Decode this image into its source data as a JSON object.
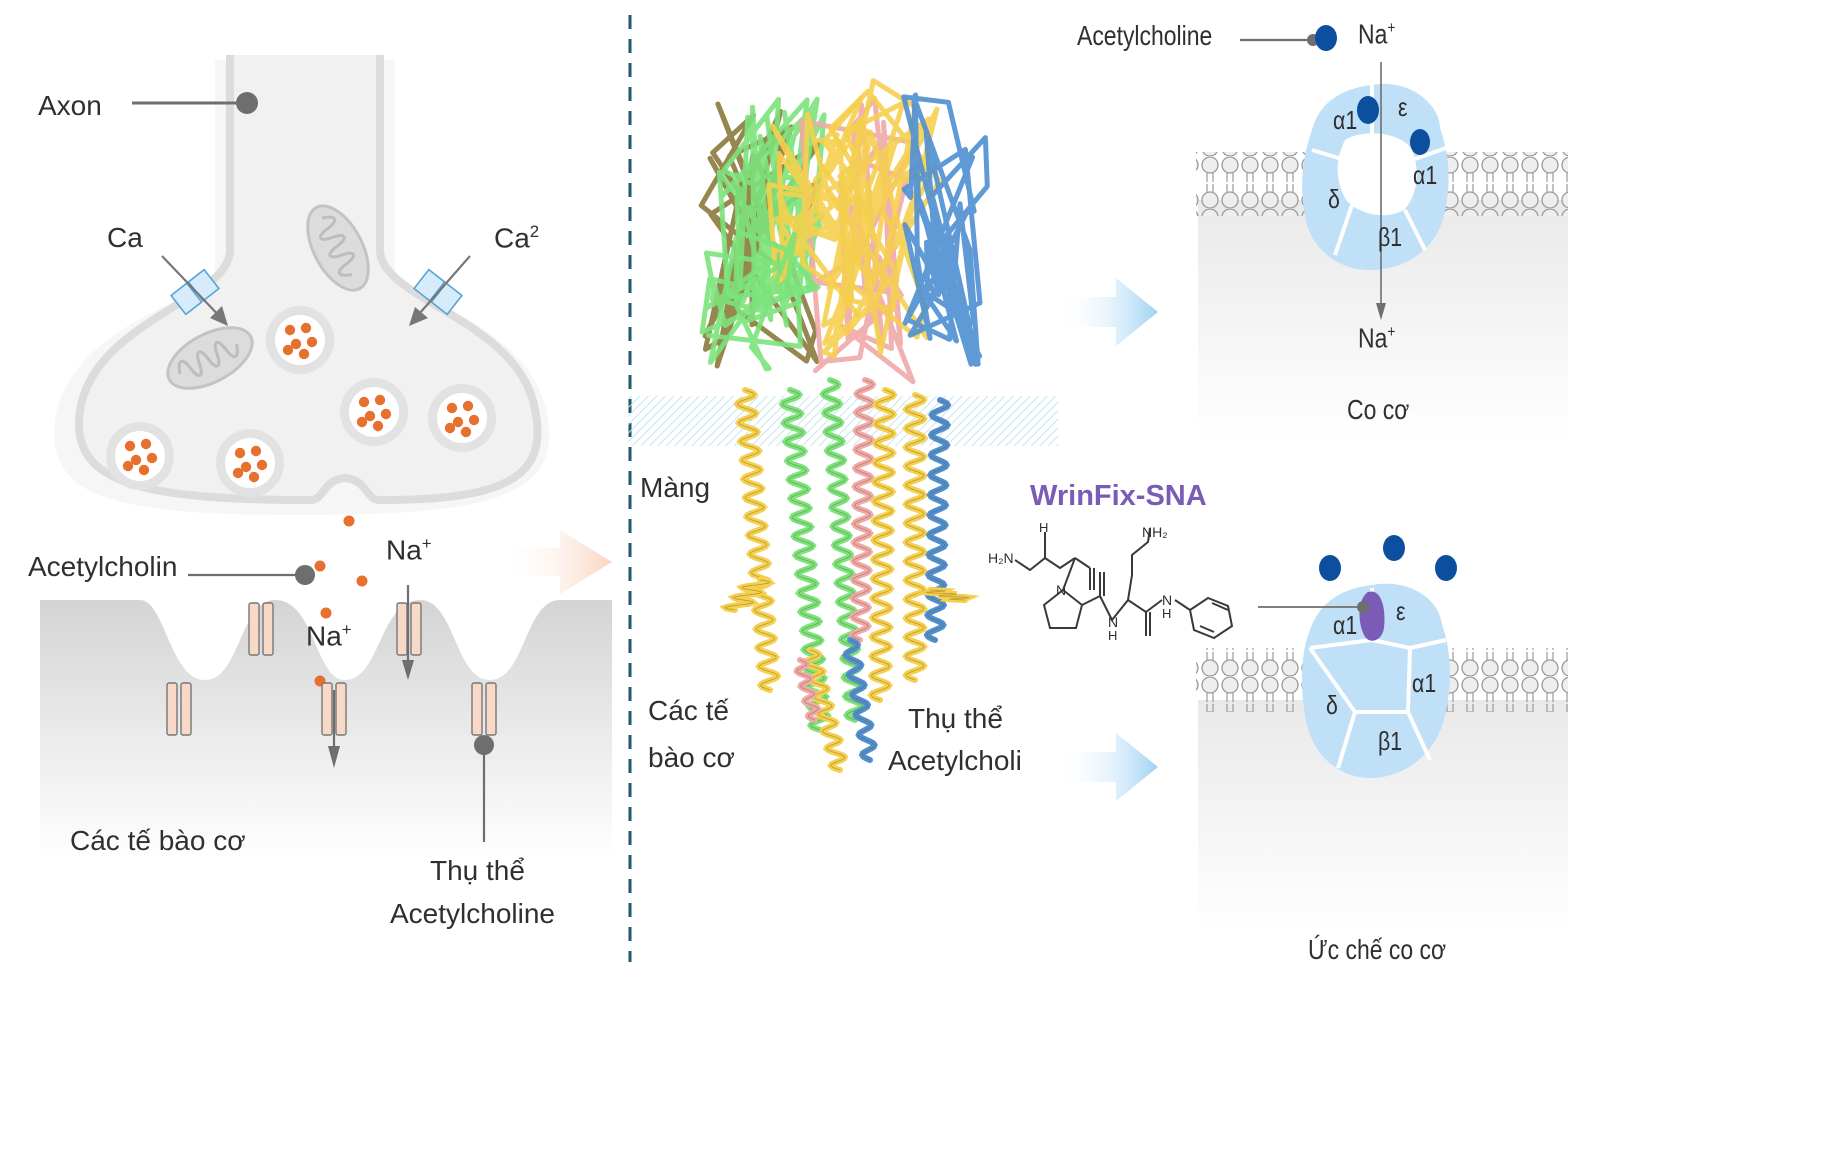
{
  "left_panel": {
    "axon": "Axon",
    "ca_left": "Ca",
    "ca_right_base": "Ca",
    "ca_right_sup": "2",
    "acetylcholin": "Acetylcholin",
    "na_upper_base": "Na",
    "na_upper_sup": "+",
    "na_lower_base": "Na",
    "na_lower_sup": "+",
    "muscle_cells": "Các tế bào cơ",
    "receptor_line1": "Thụ thể",
    "receptor_line2": "Acetylcholine"
  },
  "middle_panel": {
    "membrane": "Màng",
    "muscle_line1": "Các tế",
    "muscle_line2": "bào cơ",
    "receptor_line1": "Thụ thể",
    "receptor_line2": "Acetylcholi"
  },
  "right_top": {
    "acetylcholine": "Acetylcholine",
    "na_top_base": "Na",
    "na_top_sup": "+",
    "na_bottom_base": "Na",
    "na_bottom_sup": "+",
    "subunits": [
      "α1",
      "ε",
      "α1",
      "δ",
      "β1"
    ],
    "caption": "Co cơ"
  },
  "right_bottom": {
    "product": "WrinFix-SNA",
    "subunits": [
      "α1",
      "ε",
      "α1",
      "δ",
      "β1"
    ],
    "caption": "Ức chế co cơ"
  },
  "molecule": {
    "h_top": "H",
    "nh2_left": "H₂N",
    "nh2_right": "NH₂",
    "nh_a": "N",
    "nh_a_h": "H",
    "nh_b": "N",
    "nh_b_h": "H",
    "n_ring": "N"
  },
  "colors": {
    "vesicle_dot": "#e8702e",
    "label_gray": "#2f2f2f",
    "line_gray": "#707070",
    "receptor_fill": "#bfe0f7",
    "na_ion": "#0b4f9e",
    "product_purple": "#7a5bb5",
    "helix_yellow": "#f5cf4e",
    "helix_green": "#7be37b",
    "helix_blue": "#4f8fd1",
    "helix_pink": "#f0a8a8",
    "dashed_divider": "#1f5a6e"
  }
}
